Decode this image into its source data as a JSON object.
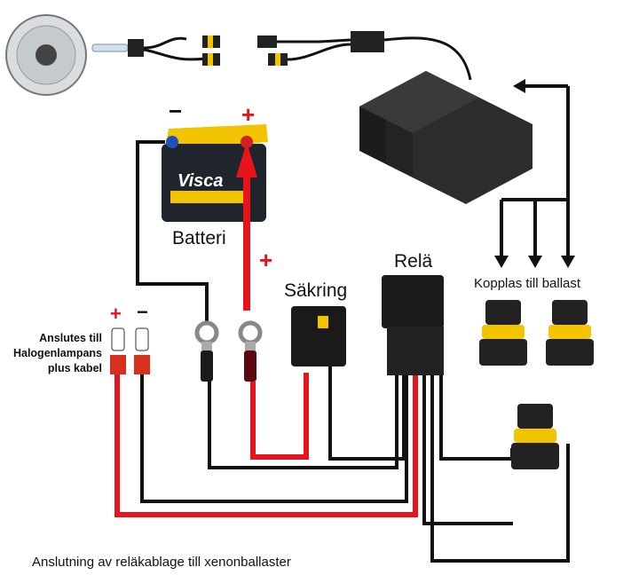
{
  "labels": {
    "battery": "Batteri",
    "fuse": "Säkring",
    "relay": "Relä",
    "ballast_connect": "Kopplas till ballast",
    "halogen_line1": "Anslutes till",
    "halogen_line2": "Halogenlampans",
    "halogen_line3": "plus kabel",
    "caption": "Anslutning av reläkablage till xenonballaster",
    "battery_minus": "−",
    "battery_plus": "+",
    "wire_plus": "+",
    "halogen_plus": "+",
    "halogen_minus": "−",
    "battery_brand": "Visca"
  },
  "colors": {
    "positive": "#e8141b",
    "negative": "#111111",
    "connector_yellow": "#f2c400"
  }
}
